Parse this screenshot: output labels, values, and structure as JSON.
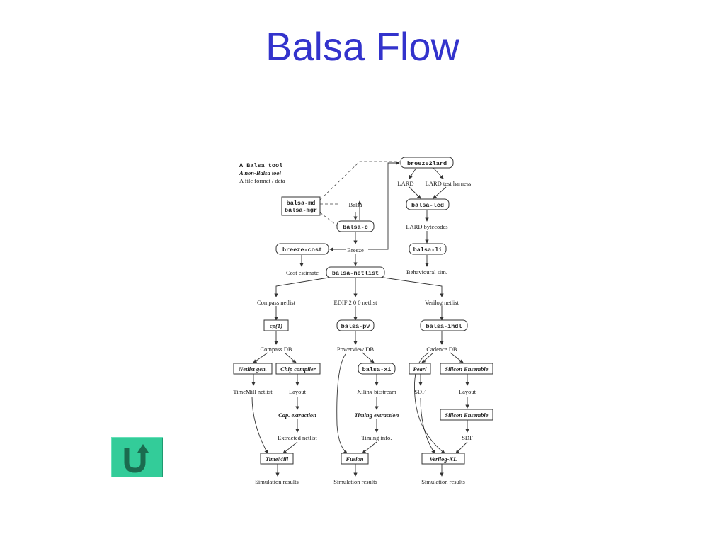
{
  "slide": {
    "title": "Balsa Flow"
  },
  "legend": {
    "balsa_tool": "A Balsa tool",
    "non_balsa_tool": "A non-Balsa tool",
    "file_format": "A file format / data"
  },
  "nodes": {
    "balsa_md": "balsa-md",
    "balsa_mgr": "balsa-mgr",
    "balsa_c": "balsa-c",
    "breeze_cost": "breeze-cost",
    "balsa_netlist": "balsa-netlist",
    "breeze2lard": "breeze2lard",
    "balsa_lcd": "balsa-lcd",
    "balsa_li": "balsa-li",
    "cp1": "cp(1)",
    "netlist_gen": "Netlist gen.",
    "chip_compiler": "Chip compiler",
    "cap_extraction": "Cap. extraction",
    "timemill": "TimeMill",
    "balsa_pv": "balsa-pv",
    "balsa_xi": "balsa-xi",
    "timing_extraction": "Timing extraction",
    "fusion": "Fusion",
    "balsa_ihdl": "balsa-ihdl",
    "pearl": "Pearl",
    "silicon_ensemble_1": "Silicon Ensemble",
    "silicon_ensemble_2": "Silicon Ensemble",
    "verilog_xl": "Verilog-XL"
  },
  "data_labels": {
    "balsa": "Balsa",
    "breeze": "Breeze",
    "cost_estimate": "Cost estimate",
    "lard": "LARD",
    "lard_test_harness": "LARD test harness",
    "lard_bytecodes": "LARD bytecodes",
    "behavioural_sim": "Behavioural sim.",
    "compass_netlist": "Compass netlist",
    "edif_netlist": "EDIF 2 0 0 netlist",
    "verilog_netlist": "Verilog netlist",
    "compass_db": "Compass DB",
    "powerview_db": "Powerview DB",
    "cadence_db": "Cadence DB",
    "timemill_netlist": "TimeMill netlist",
    "layout_1": "Layout",
    "extracted_netlist": "Extracted netlist",
    "xilinx_bitstream": "Xilinx bitstream",
    "timing_info": "Timing info.",
    "sdf_1": "SDF",
    "layout_2": "Layout",
    "sdf_2": "SDF",
    "sim_results_1": "Simulation results",
    "sim_results_2": "Simulation results",
    "sim_results_3": "Simulation results"
  },
  "nav": {
    "return_icon": "u-turn-return-icon"
  },
  "colors": {
    "title": "#3333cc",
    "return_button": "#33cc99",
    "return_icon": "#1b6b4f"
  }
}
